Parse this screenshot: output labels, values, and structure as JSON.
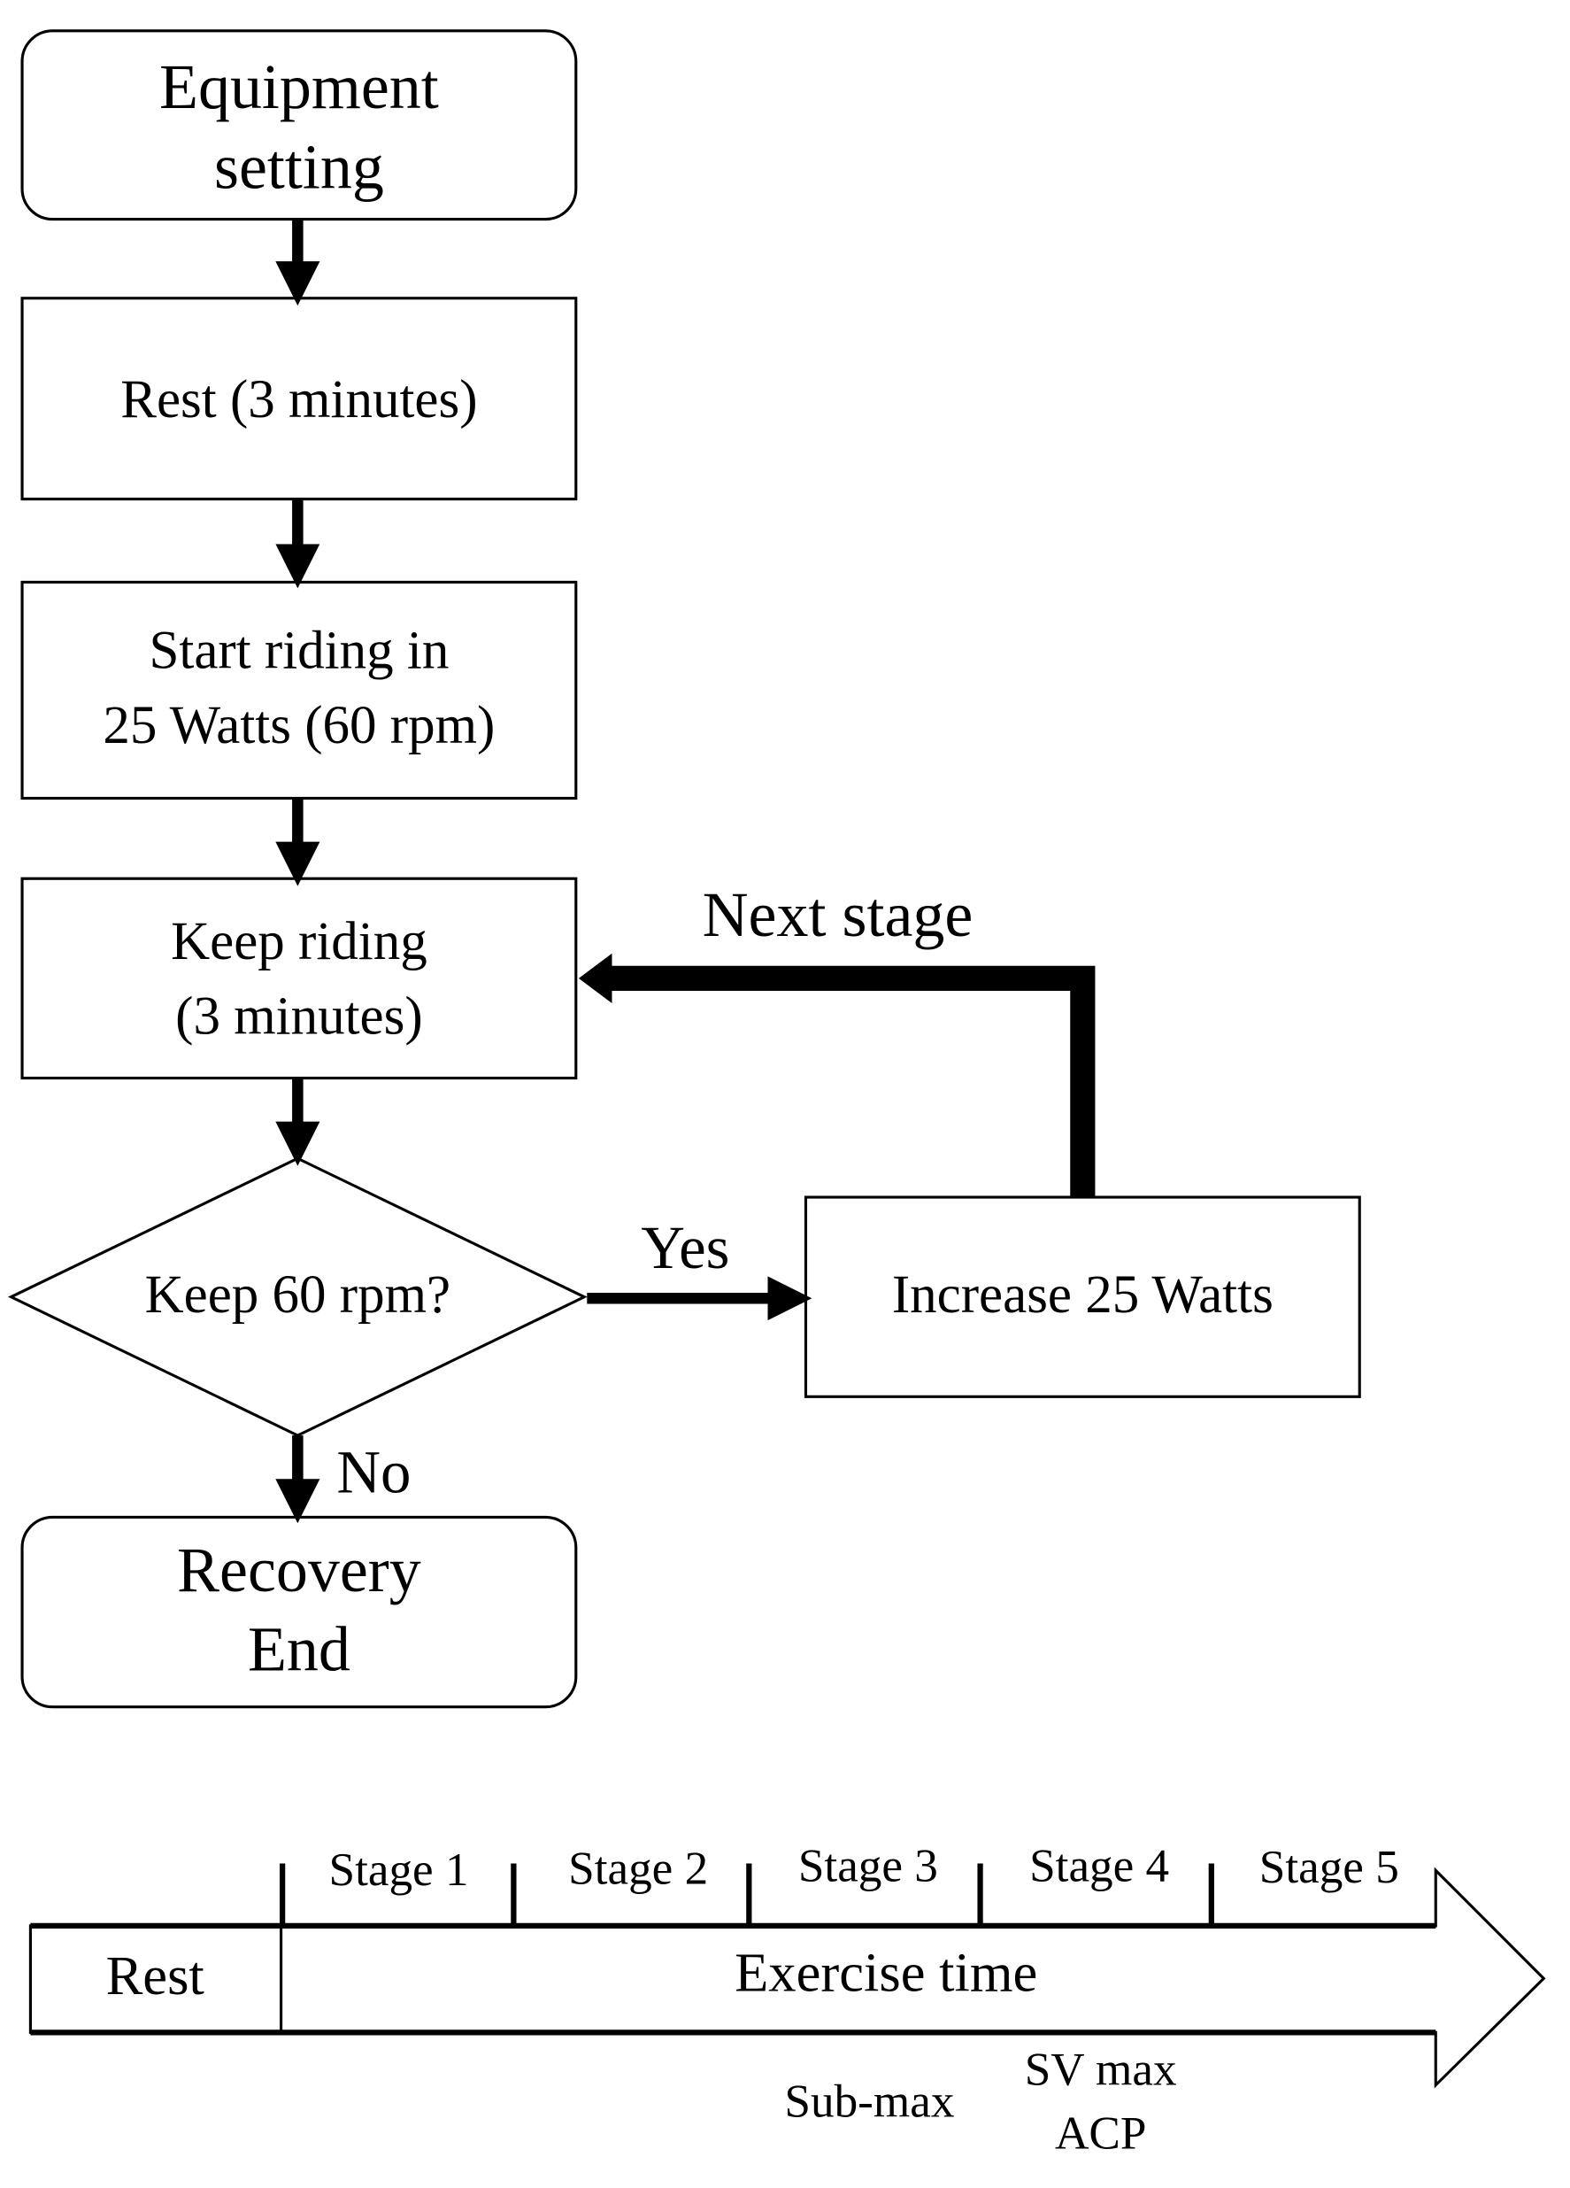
{
  "flowchart": {
    "equipment": {
      "line1": "Equipment",
      "line2": "setting"
    },
    "rest": "Rest (3 minutes)",
    "start": {
      "line1": "Start riding in",
      "line2": "25 Watts (60 rpm)"
    },
    "keep": {
      "line1": "Keep riding",
      "line2": "(3 minutes)"
    },
    "decision": "Keep 60 rpm?",
    "yes_label": "Yes",
    "no_label": "No",
    "increase": "Increase 25 Watts",
    "next_stage_label": "Next stage",
    "recovery": {
      "line1": "Recovery",
      "line2": "End"
    }
  },
  "timeline": {
    "rest": "Rest",
    "exercise": "Exercise time",
    "stages": [
      "Stage 1",
      "Stage 2",
      "Stage 3",
      "Stage 4",
      "Stage 5"
    ],
    "sub_max": "Sub-max",
    "sv_max": "SV max",
    "acp": "ACP"
  }
}
